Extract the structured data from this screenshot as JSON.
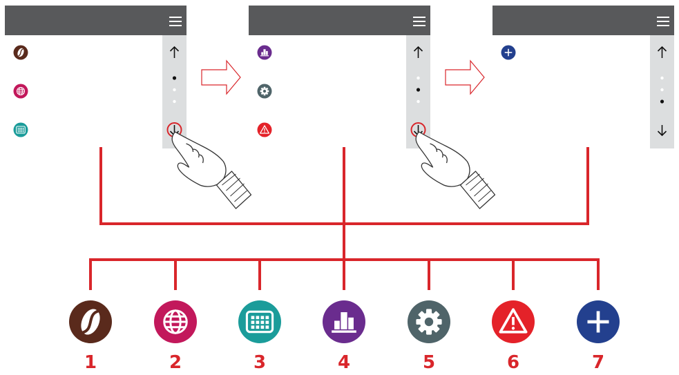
{
  "colors": {
    "header": "#58595b",
    "scrollbar": "#dcdedf",
    "connector": "#d9262b",
    "coffee": "#5a2a1c",
    "globe": "#c2185b",
    "keypad": "#1b9c9a",
    "chart": "#6a2c8e",
    "gear": "#4f6469",
    "warning": "#e42229",
    "plus": "#23408e"
  },
  "screens": [
    {
      "icons": [
        "coffee-bean-icon",
        "globe-icon",
        "keypad-icon"
      ],
      "active_dot": 0,
      "tapped": "scroll-down-arrow"
    },
    {
      "icons": [
        "bar-chart-icon",
        "gear-icon",
        "warning-icon"
      ],
      "active_dot": 1,
      "tapped": "scroll-down-arrow"
    },
    {
      "icons": [
        "plus-icon"
      ],
      "active_dot": 2,
      "tapped": null
    }
  ],
  "legend": [
    {
      "number": "1",
      "icon": "coffee-bean-icon"
    },
    {
      "number": "2",
      "icon": "globe-icon"
    },
    {
      "number": "3",
      "icon": "keypad-icon"
    },
    {
      "number": "4",
      "icon": "bar-chart-icon"
    },
    {
      "number": "5",
      "icon": "gear-icon"
    },
    {
      "number": "6",
      "icon": "warning-icon"
    },
    {
      "number": "7",
      "icon": "plus-icon"
    }
  ]
}
